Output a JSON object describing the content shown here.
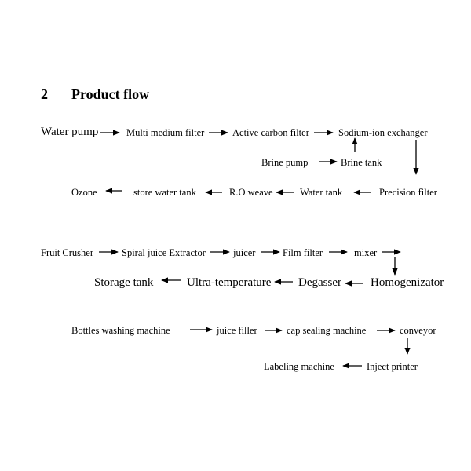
{
  "section": {
    "number": "2",
    "title": "Product flow"
  },
  "water_flow": {
    "water_pump": "Water pump",
    "multi_medium_filter": "Multi medium filter",
    "active_carbon_filter": "Active carbon filter",
    "sodium_ion_exchanger": "Sodium-ion exchanger",
    "brine_pump": "Brine pump",
    "brine_tank": "Brine tank",
    "precision_filter": "Precision filter",
    "water_tank": "Water tank",
    "ro_weave": "R.O weave",
    "store_water_tank": "store water tank",
    "ozone": "Ozone"
  },
  "juice_flow": {
    "fruit_crusher": "Fruit Crusher",
    "spiral_juice_extractor": "Spiral juice Extractor",
    "juicer": "juicer",
    "film_filter": "Film filter",
    "mixer": "mixer",
    "homogenizator": "Homogenizator",
    "degasser": "Degasser",
    "ultra_temperature": "Ultra-temperature",
    "storage_tank": "Storage tank"
  },
  "bottling_flow": {
    "bottles_washing_machine": "Bottles washing machine",
    "juice_filler": "juice filler",
    "cap_sealing_machine": "cap sealing machine",
    "conveyor": "conveyor",
    "inject_printer": "Inject printer",
    "labeling_machine": "Labeling machine"
  }
}
